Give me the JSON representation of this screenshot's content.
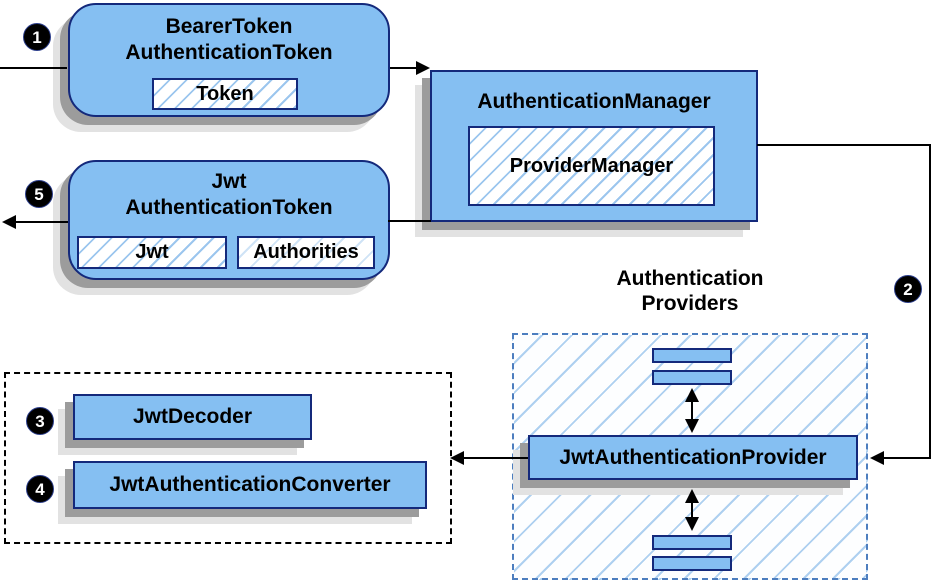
{
  "diagram": {
    "badges": {
      "step1": "1",
      "step2": "2",
      "step3": "3",
      "step4": "4",
      "step5": "5"
    },
    "bearer_token_box": {
      "title_line1": "BearerToken",
      "title_line2": "AuthenticationToken",
      "token_chip": "Token"
    },
    "authentication_manager_box": {
      "title": "AuthenticationManager",
      "provider_manager_chip": "ProviderManager"
    },
    "jwt_authentication_token_box": {
      "title_line1": "Jwt",
      "title_line2": "AuthenticationToken",
      "jwt_chip": "Jwt",
      "authorities_chip": "Authorities"
    },
    "authentication_providers": {
      "label_line1": "Authentication",
      "label_line2": "Providers",
      "provider_box_label": "JwtAuthenticationProvider"
    },
    "decoder_group": {
      "jwt_decoder_label": "JwtDecoder",
      "jwt_authentication_converter_label": "JwtAuthenticationConverter"
    },
    "colors": {
      "box_fill": "#85bff2",
      "box_border": "#14297b",
      "hatch_line": "#9cc6ee",
      "dashed_border_blue": "#4d7ebf",
      "dashed_border_black": "#000000",
      "connector": "#000000",
      "badge_bg": "#000000",
      "badge_text": "#ffffff",
      "shadow_dark": "#9c9c9c",
      "shadow_light": "#e2e2e2"
    }
  }
}
